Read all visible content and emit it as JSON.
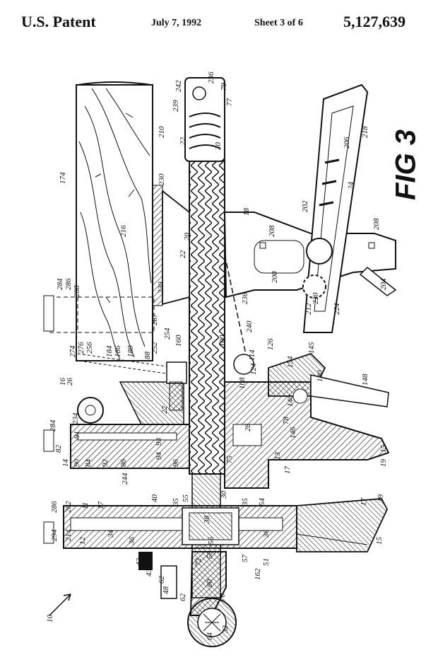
{
  "header": {
    "left": "U.S. Patent",
    "date": "July 7, 1992",
    "sheet": "Sheet 3 of 6",
    "patent_number": "5,127,639"
  },
  "figure": {
    "label": "FIG 3",
    "ref_numeral": "10",
    "callouts": [
      "242",
      "236",
      "79",
      "77",
      "239",
      "22",
      "20",
      "210",
      "174",
      "230",
      "18",
      "206",
      "218",
      "24",
      "216",
      "20",
      "22",
      "208",
      "202",
      "208",
      "230",
      "236",
      "200",
      "212",
      "220",
      "204",
      "224",
      "240",
      "284",
      "286",
      "288",
      "287",
      "254",
      "160",
      "100",
      "126",
      "114",
      "154",
      "145",
      "130",
      "148",
      "274",
      "276",
      "256",
      "184",
      "186",
      "180",
      "88",
      "252",
      "16",
      "26",
      "234",
      "91",
      "22",
      "93",
      "124",
      "108",
      "140",
      "78",
      "146",
      "28",
      "75",
      "13",
      "17",
      "15",
      "19",
      "284",
      "82",
      "14",
      "90",
      "84",
      "92",
      "86",
      "94",
      "96",
      "244",
      "11",
      "17",
      "40",
      "35",
      "55",
      "30",
      "35",
      "54",
      "17",
      "19",
      "286",
      "282",
      "294",
      "214",
      "12",
      "34",
      "36",
      "38",
      "56",
      "58",
      "57",
      "51",
      "36",
      "15",
      "42",
      "43",
      "62",
      "48",
      "62",
      "72",
      "60",
      "162",
      "70",
      "64",
      "32"
    ]
  },
  "colors": {
    "ink": "#111111",
    "paper": "#ffffff"
  }
}
